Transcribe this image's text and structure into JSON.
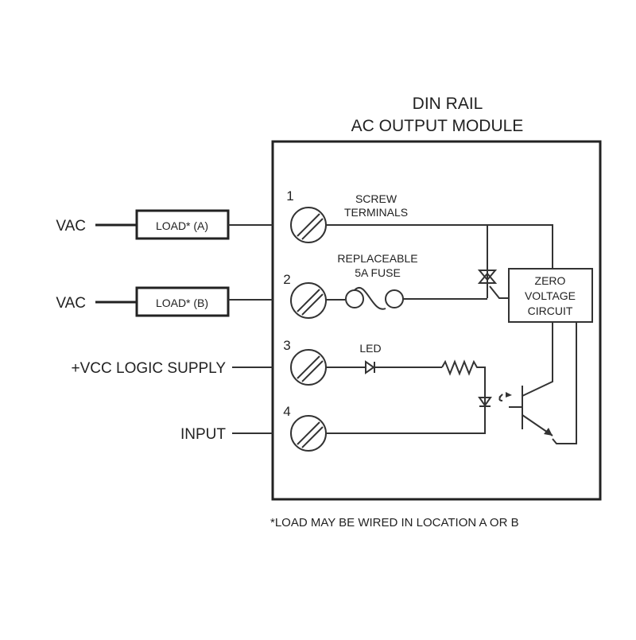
{
  "title": {
    "line1": "DIN RAIL",
    "line2": "AC OUTPUT MODULE"
  },
  "left_labels": {
    "vac_a": "VAC",
    "vac_b": "VAC",
    "vcc": "+VCC LOGIC SUPPLY",
    "input": "INPUT"
  },
  "loads": {
    "a": "LOAD* (A)",
    "b": "LOAD* (B)"
  },
  "terminals": [
    "1",
    "2",
    "3",
    "4"
  ],
  "annotations": {
    "screw1": "SCREW",
    "screw2": "TERMINALS",
    "fuse1": "REPLACEABLE",
    "fuse2": "5A FUSE",
    "led": "LED",
    "zero1": "ZERO",
    "zero2": "VOLTAGE",
    "zero3": "CIRCUIT"
  },
  "footnote": "*LOAD MAY BE WIRED IN LOCATION A OR B"
}
